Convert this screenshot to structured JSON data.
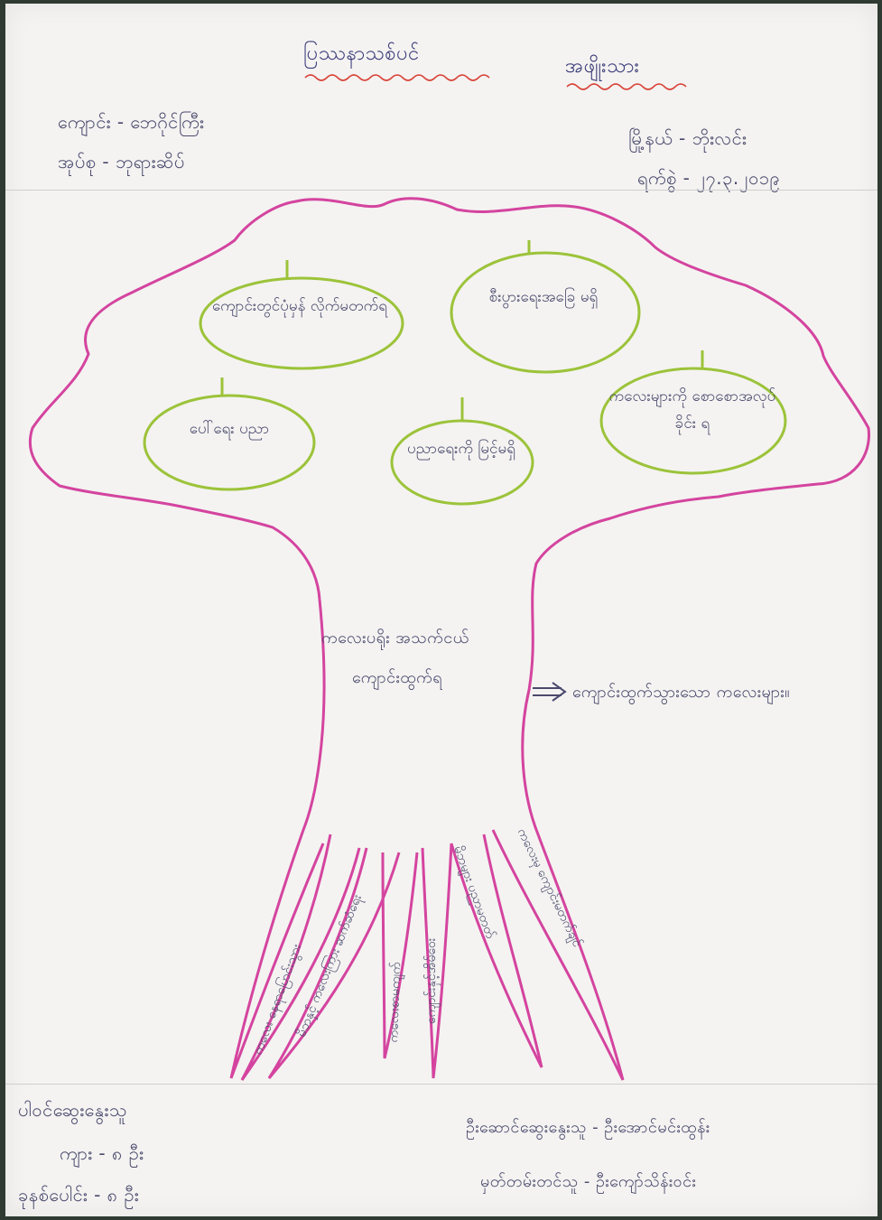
{
  "header": {
    "title_main": "ပြဿနာသစ်ပင်",
    "title_tag": "အဖျိုးသား",
    "left_line1": "ကျောင်း - ဘေဂိုင်ကြီး",
    "left_line2": "အုပ်စု - ဘုရားဆိပ်",
    "right_line1": "မြို့နယ် - ဘိုးလင်း",
    "right_line2": "ရက်စွဲ - ၂၇.၃.၂၀၁၉"
  },
  "fruits": [
    "ကျောင်းတွင်ပုံမှန် လိုက်မတက်ရ",
    "စီးပွားရေးအခြေ မရှိ",
    "ပေါ်ရေး ပညာ",
    "ပညာရေးကို မြင့်မရှိ",
    "ကလေးများကို စောစောအလုပ်ခိုင်း ရ"
  ],
  "trunk": {
    "line1": "ကလေးပရိုး အသက်ငယ်",
    "line2": "ကျောင်းထွက်ရ",
    "arrow_text": "ကျောင်းထွက်သွားသော ကလေးများ။"
  },
  "roots": [
    "ကလေး နေရာပြောင်းသွား",
    "မိဘနှင့် ကလေးကြား ဆက်ဆံရေး",
    "ကလေးစာမကျက်",
    "ကျောင်းနှင့်အိမ်ဝေး",
    "မိဘများ ပညာမတတ်",
    "ကလေးမှ ကျောင်းမတက်ချင်"
  ],
  "footer": {
    "left_title": "ပါဝင်ဆွေးနွေးသူ",
    "left_male": "ကျား - ၈ ဦး",
    "left_female": "ခုနစ်ပေါင်း - ၈ ဦး",
    "right_line1": "ဦးဆောင်ဆွေးနွေးသူ - ဦးအောင်မင်းထွန်း",
    "right_line2": "မှတ်တမ်းတင်သူ - ဦးကျော်သိန်းဝင်း"
  },
  "colors": {
    "tree_outline": "#d4449f",
    "fruit_outline": "#9cc33a",
    "ink": "#4a4a6e",
    "paper": "#f4f3f1",
    "underline": "#d9443a"
  }
}
